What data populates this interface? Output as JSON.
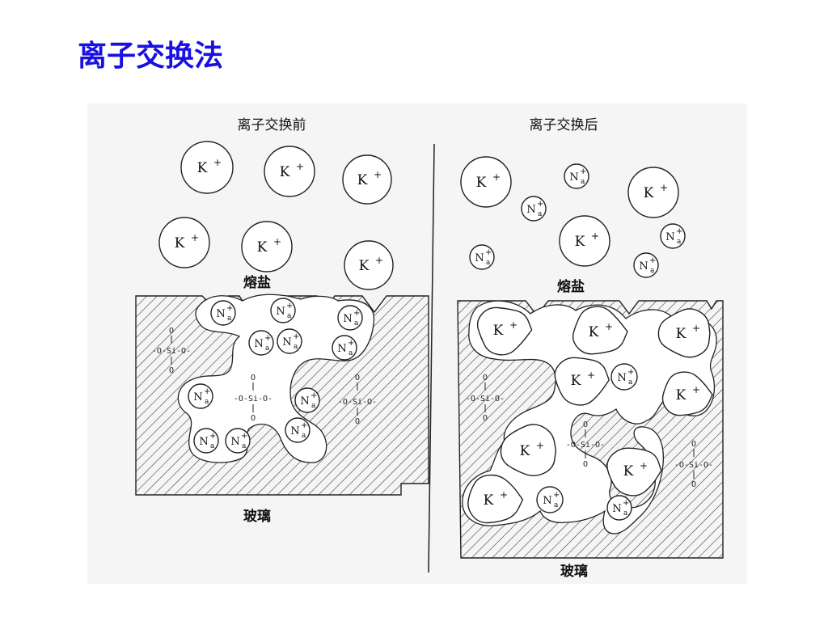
{
  "title": "离子交换法",
  "colors": {
    "title": "#1a10e0",
    "line": "#222222",
    "hatch": "#333333",
    "figure_bg": "#f4f4f4"
  },
  "labels": {
    "before_heading": "离子交换前",
    "after_heading": "离子交换后",
    "melt_left": "熔盐",
    "melt_right": "熔盐",
    "glass_left": "玻璃",
    "glass_right": "玻璃"
  },
  "ions": {
    "k_text": "K",
    "k_sup": "+",
    "na_base": "N",
    "na_sub": "a",
    "na_sup": "+"
  },
  "silicate": {
    "top": "O",
    "middle": "-O-Si-O-",
    "bottom": "O"
  }
}
